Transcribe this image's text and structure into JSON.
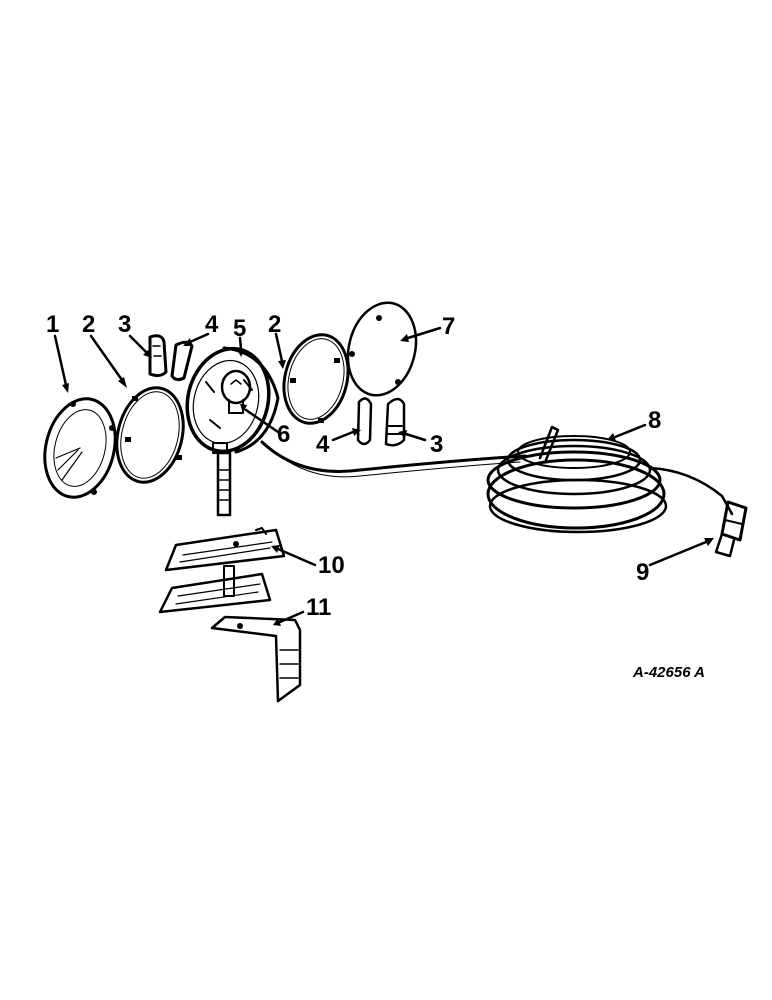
{
  "diagram": {
    "figure_number": "A-42656 A",
    "callouts": {
      "c1": "1",
      "c2a": "2",
      "c3a": "3",
      "c4a": "4",
      "c5": "5",
      "c2b": "2",
      "c7": "7",
      "c6": "6",
      "c4b": "4",
      "c3b": "3",
      "c8": "8",
      "c9": "9",
      "c10": "10",
      "c11": "11"
    },
    "colors": {
      "ink": "#000000",
      "paper": "#ffffff"
    }
  }
}
